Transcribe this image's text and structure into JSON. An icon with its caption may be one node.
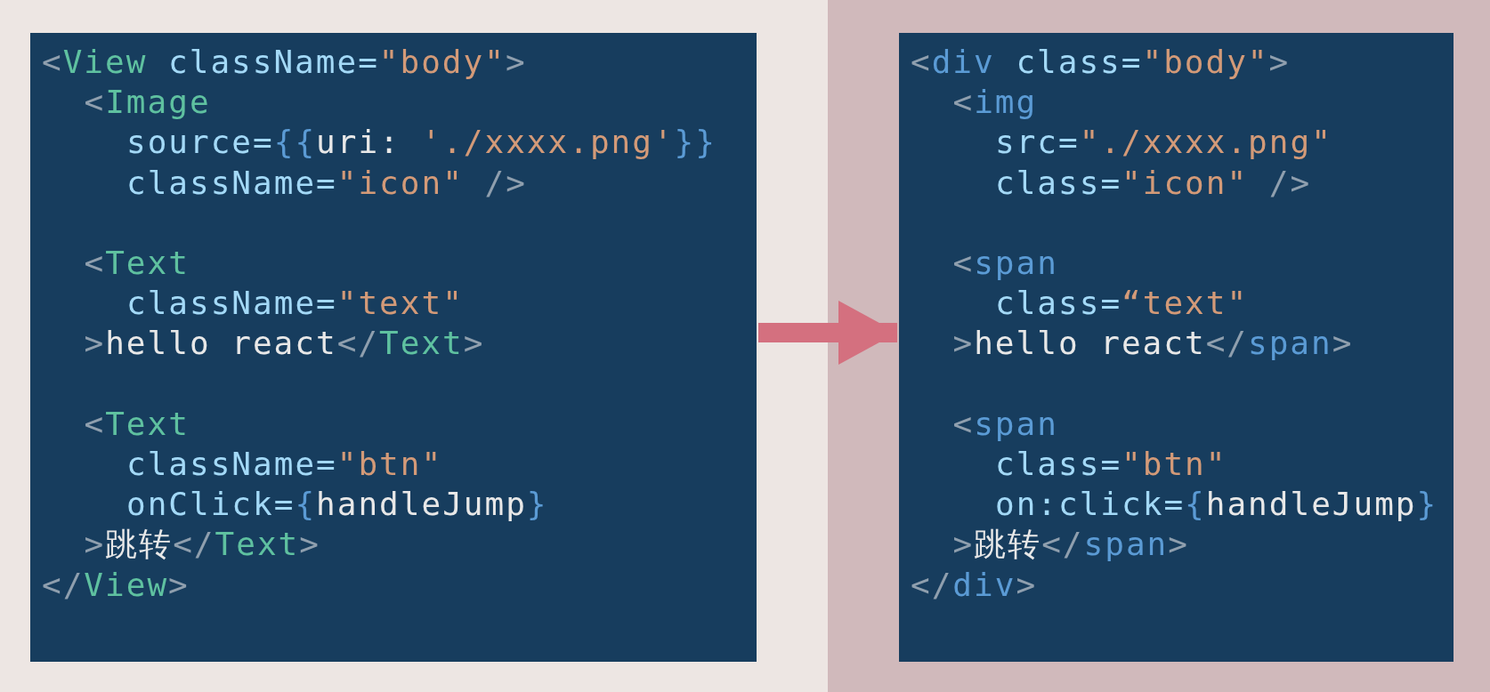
{
  "diagram": {
    "nodes": [
      {
        "text": [
          "<View className=\"body\">",
          "<Image",
          "source={{uri: './xxxx.png'}}",
          "className=\"icon\" />",
          "<Text",
          "className=\"text\"",
          ">hello react</Text>",
          "<Text",
          "className=\"btn\"",
          "onClick={handleJump}",
          ">跳转</Text>",
          "</View>"
        ]
      },
      {
        "text": [
          "<div class=\"body\">",
          "<img",
          "src=\"./xxxx.png\"",
          "class=\"icon\" />",
          "<span",
          "class=“text\"",
          ">hello react</span>",
          "<span",
          "class=\"btn\"",
          "on:click={handleJump}",
          ">跳转</span>",
          "</div>"
        ]
      }
    ],
    "edges": [
      {
        "from": 0,
        "to": 1,
        "arrow": "to"
      }
    ]
  }
}
